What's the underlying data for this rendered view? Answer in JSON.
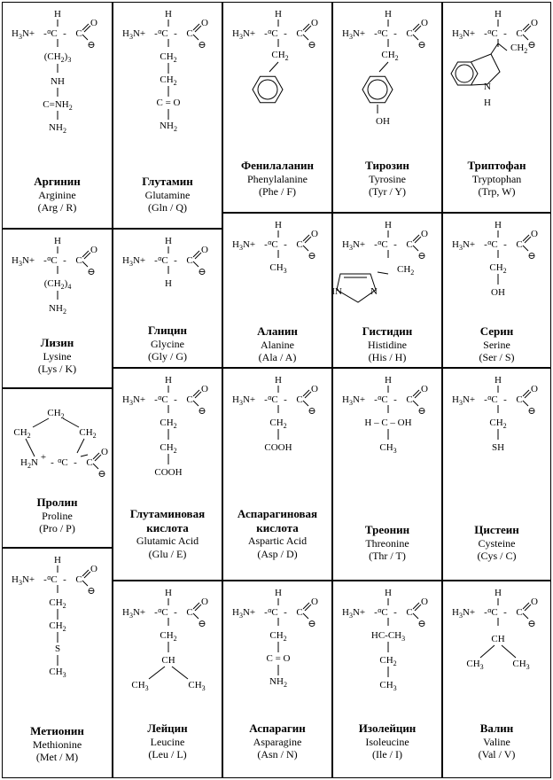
{
  "amino_acids": [
    {
      "ru": "Аргинин",
      "en": "Arginine",
      "abbr": "(Arg / R)",
      "side": [
        "(CH2)3",
        "NH",
        "C=NH2",
        "NH2"
      ]
    },
    {
      "ru": "Глутамин",
      "en": "Glutamine",
      "abbr": "(Gln / Q)",
      "side": [
        "CH2",
        "CH2",
        "C = O",
        "NH2"
      ]
    },
    {
      "ru": "Фенилаланин",
      "en": "Phenylalanine",
      "abbr": "(Phe / F)",
      "side": [
        "CH2"
      ]
    },
    {
      "ru": "Тирозин",
      "en": "Tyrosine",
      "abbr": "(Tyr / Y)",
      "side": [
        "CH2",
        "OH"
      ]
    },
    {
      "ru": "Триптофан",
      "en": "Tryptophan",
      "abbr": "(Trp, W)",
      "side": [
        "CH2",
        "N",
        "H"
      ]
    },
    {
      "ru": "Лизин",
      "en": "Lysine",
      "abbr": "(Lys / K)",
      "side": [
        "(CH2)4",
        "NH2"
      ]
    },
    {
      "ru": "Глицин",
      "en": "Glycine",
      "abbr": "(Gly / G)",
      "side": [
        "H"
      ]
    },
    {
      "ru": "Аланин",
      "en": "Alanine",
      "abbr": "(Ala / A)",
      "side": [
        "CH3"
      ]
    },
    {
      "ru": "Гистидин",
      "en": "Histidine",
      "abbr": "(His / H)",
      "side": [
        "CH2",
        "HN",
        "N"
      ]
    },
    {
      "ru": "Серин",
      "en": "Serine",
      "abbr": "(Ser / S)",
      "side": [
        "CH2",
        "OH"
      ]
    },
    {
      "ru": "Пролин",
      "en": "Proline",
      "abbr": "(Pro / P)",
      "side": [
        "CH2",
        "CH2",
        "CH2"
      ]
    },
    {
      "ru": "Глутаминовая кислота",
      "en": "Glutamic Acid",
      "abbr": "(Glu / E)",
      "side": [
        "CH2",
        "CH2",
        "COOH"
      ]
    },
    {
      "ru": "Аспарагиновая кислота",
      "en": "Aspartic Acid",
      "abbr": "(Asp / D)",
      "side": [
        "CH2",
        "COOH"
      ]
    },
    {
      "ru": "Треонин",
      "en": "Threonine",
      "abbr": "(Thr / T)",
      "side": [
        "H – C – OH",
        "CH3"
      ]
    },
    {
      "ru": "Цистеин",
      "en": "Cysteine",
      "abbr": "(Cys / C)",
      "side": [
        "CH2",
        "SH"
      ]
    },
    {
      "ru": "Метионин",
      "en": "Methionine",
      "abbr": "(Met / M)",
      "side": [
        "CH2",
        "CH2",
        "S",
        "CH3"
      ]
    },
    {
      "ru": "Лейцин",
      "en": "Leucine",
      "abbr": "(Leu / L)",
      "side": [
        "CH2",
        "CH",
        "CH3",
        "CH3"
      ]
    },
    {
      "ru": "Аспарагин",
      "en": "Asparagine",
      "abbr": "(Asn / N)",
      "side": [
        "CH2",
        "C = O",
        "NH2"
      ]
    },
    {
      "ru": "Изолейцин",
      "en": "Isoleucine",
      "abbr": "(Ile / I)",
      "side": [
        "HC-CH3",
        "CH2",
        "CH3"
      ]
    },
    {
      "ru": "Валин",
      "en": "Valine",
      "abbr": "(Val / V)",
      "side": [
        "CH",
        "CH3",
        "CH3"
      ]
    }
  ],
  "common": {
    "h": "H",
    "h3n": "H3N",
    "plus": "+",
    "alpha": "α",
    "c": "C",
    "o": "O",
    "minus": "⊖",
    "dash": "-",
    "sub2": "2",
    "sub3": "3"
  }
}
